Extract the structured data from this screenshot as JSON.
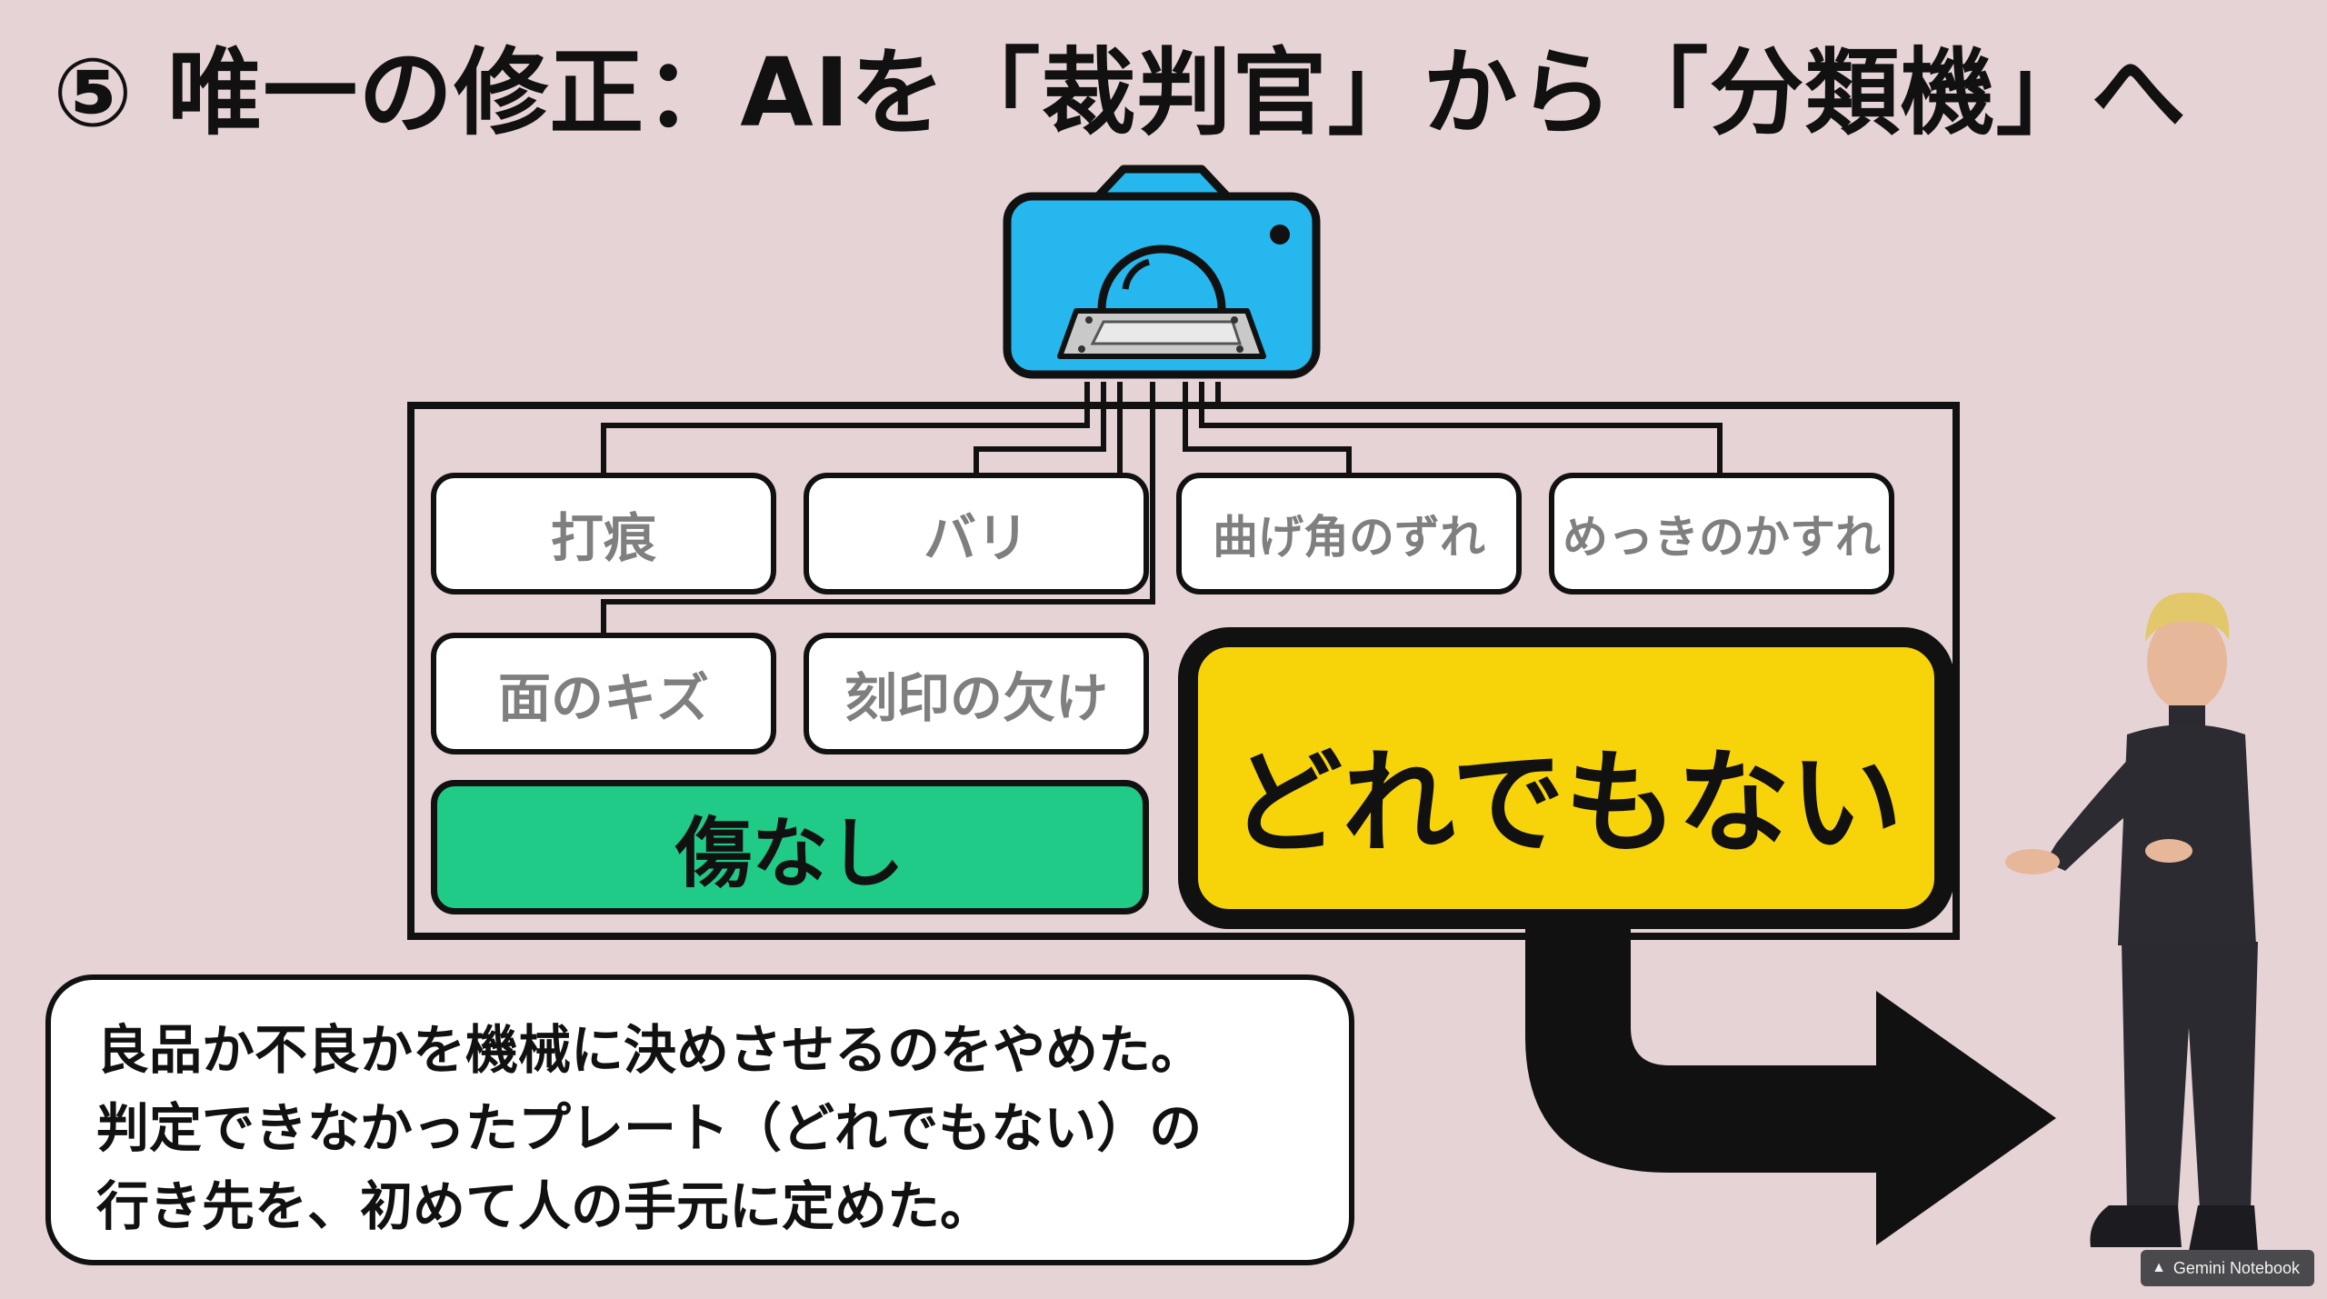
{
  "title": "⑤ 唯一の修正：AIを「裁判官」から「分類機」へ",
  "categories": [
    "打痕",
    "バリ",
    "曲げ角のずれ",
    "めっきのかすれ",
    "面のキズ",
    "刻印の欠け"
  ],
  "no_defect_label": "傷なし",
  "none_label": "どれでもない",
  "note_lines": [
    "良品か不良かを機械に決めさせるのをやめた。",
    "判定できなかったプレート（どれでもない）の",
    "行き先を、初めて人の手元に定めた。"
  ],
  "badge_text": "Gemini Notebook",
  "colors": {
    "background": "#e6d3d6",
    "camera": "#25b7ee",
    "no_defect": "#1fcb86",
    "none": "#f7d30a"
  }
}
